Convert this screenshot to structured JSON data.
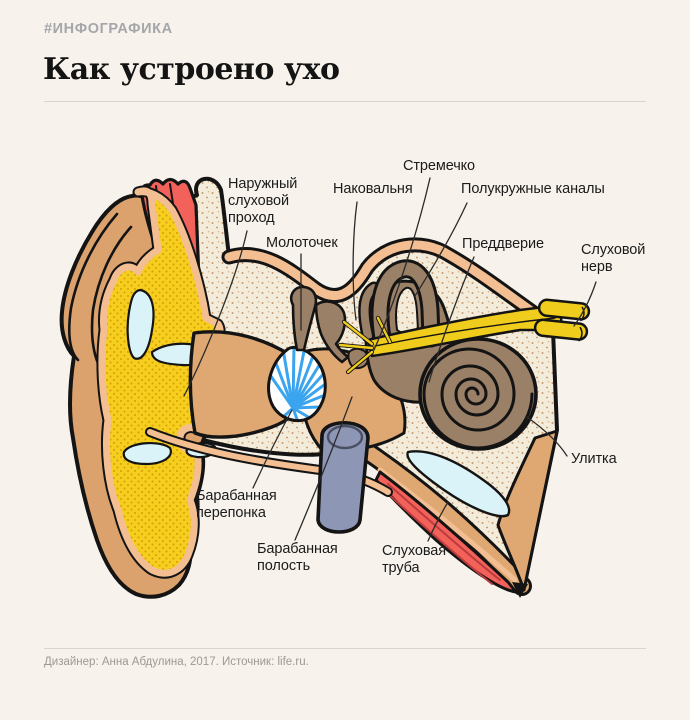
{
  "header": {
    "tag": "#ИНФОГРАФИКА",
    "title": "Как устроено ухо"
  },
  "footer": {
    "credit": "Дизайнер: Анна Абдулина, 2017. Источник: life.ru."
  },
  "diagram": {
    "subject": "Анатомическое строение уха в разрезе",
    "labels": [
      {
        "id": "outer-ear-canal",
        "text": "Наружный\nслуховой\nпроход"
      },
      {
        "id": "malleus",
        "text": "Молоточек"
      },
      {
        "id": "incus",
        "text": "Наковальня"
      },
      {
        "id": "stapes",
        "text": "Стремечко"
      },
      {
        "id": "semicircular-canals",
        "text": "Полукружные каналы"
      },
      {
        "id": "vestibule",
        "text": "Преддверие"
      },
      {
        "id": "auditory-nerve",
        "text": "Слуховой\nнерв"
      },
      {
        "id": "cochlea",
        "text": "Улитка"
      },
      {
        "id": "eardrum",
        "text": "Барабанная\nперепонка"
      },
      {
        "id": "tympanic-cavity",
        "text": "Барабанная\nполость"
      },
      {
        "id": "auditory-tube",
        "text": "Слуховая\nтруба"
      }
    ],
    "palette": {
      "page_background": "#f7f3ec",
      "tag_gray": "#a5a5aa",
      "skin_tan": "#dca26e",
      "skin_light": "#f3bf92",
      "cartilage_yellow": "#f6ce1f",
      "cartilage_dots": "#d79e00",
      "muscle_red": "#f2615a",
      "bone_speckle_base": "#f3ecdb",
      "bone_speckle_dot": "#c99a6f",
      "labyrinth_brown": "#9a8067",
      "eardrum_blue": "#3aa5ee",
      "air_cell_blue": "#d9f3f8",
      "nerve_yellow": "#f0cc1c",
      "styloid_gray_blue": "#8e96b6",
      "outline_black": "#141414"
    }
  }
}
